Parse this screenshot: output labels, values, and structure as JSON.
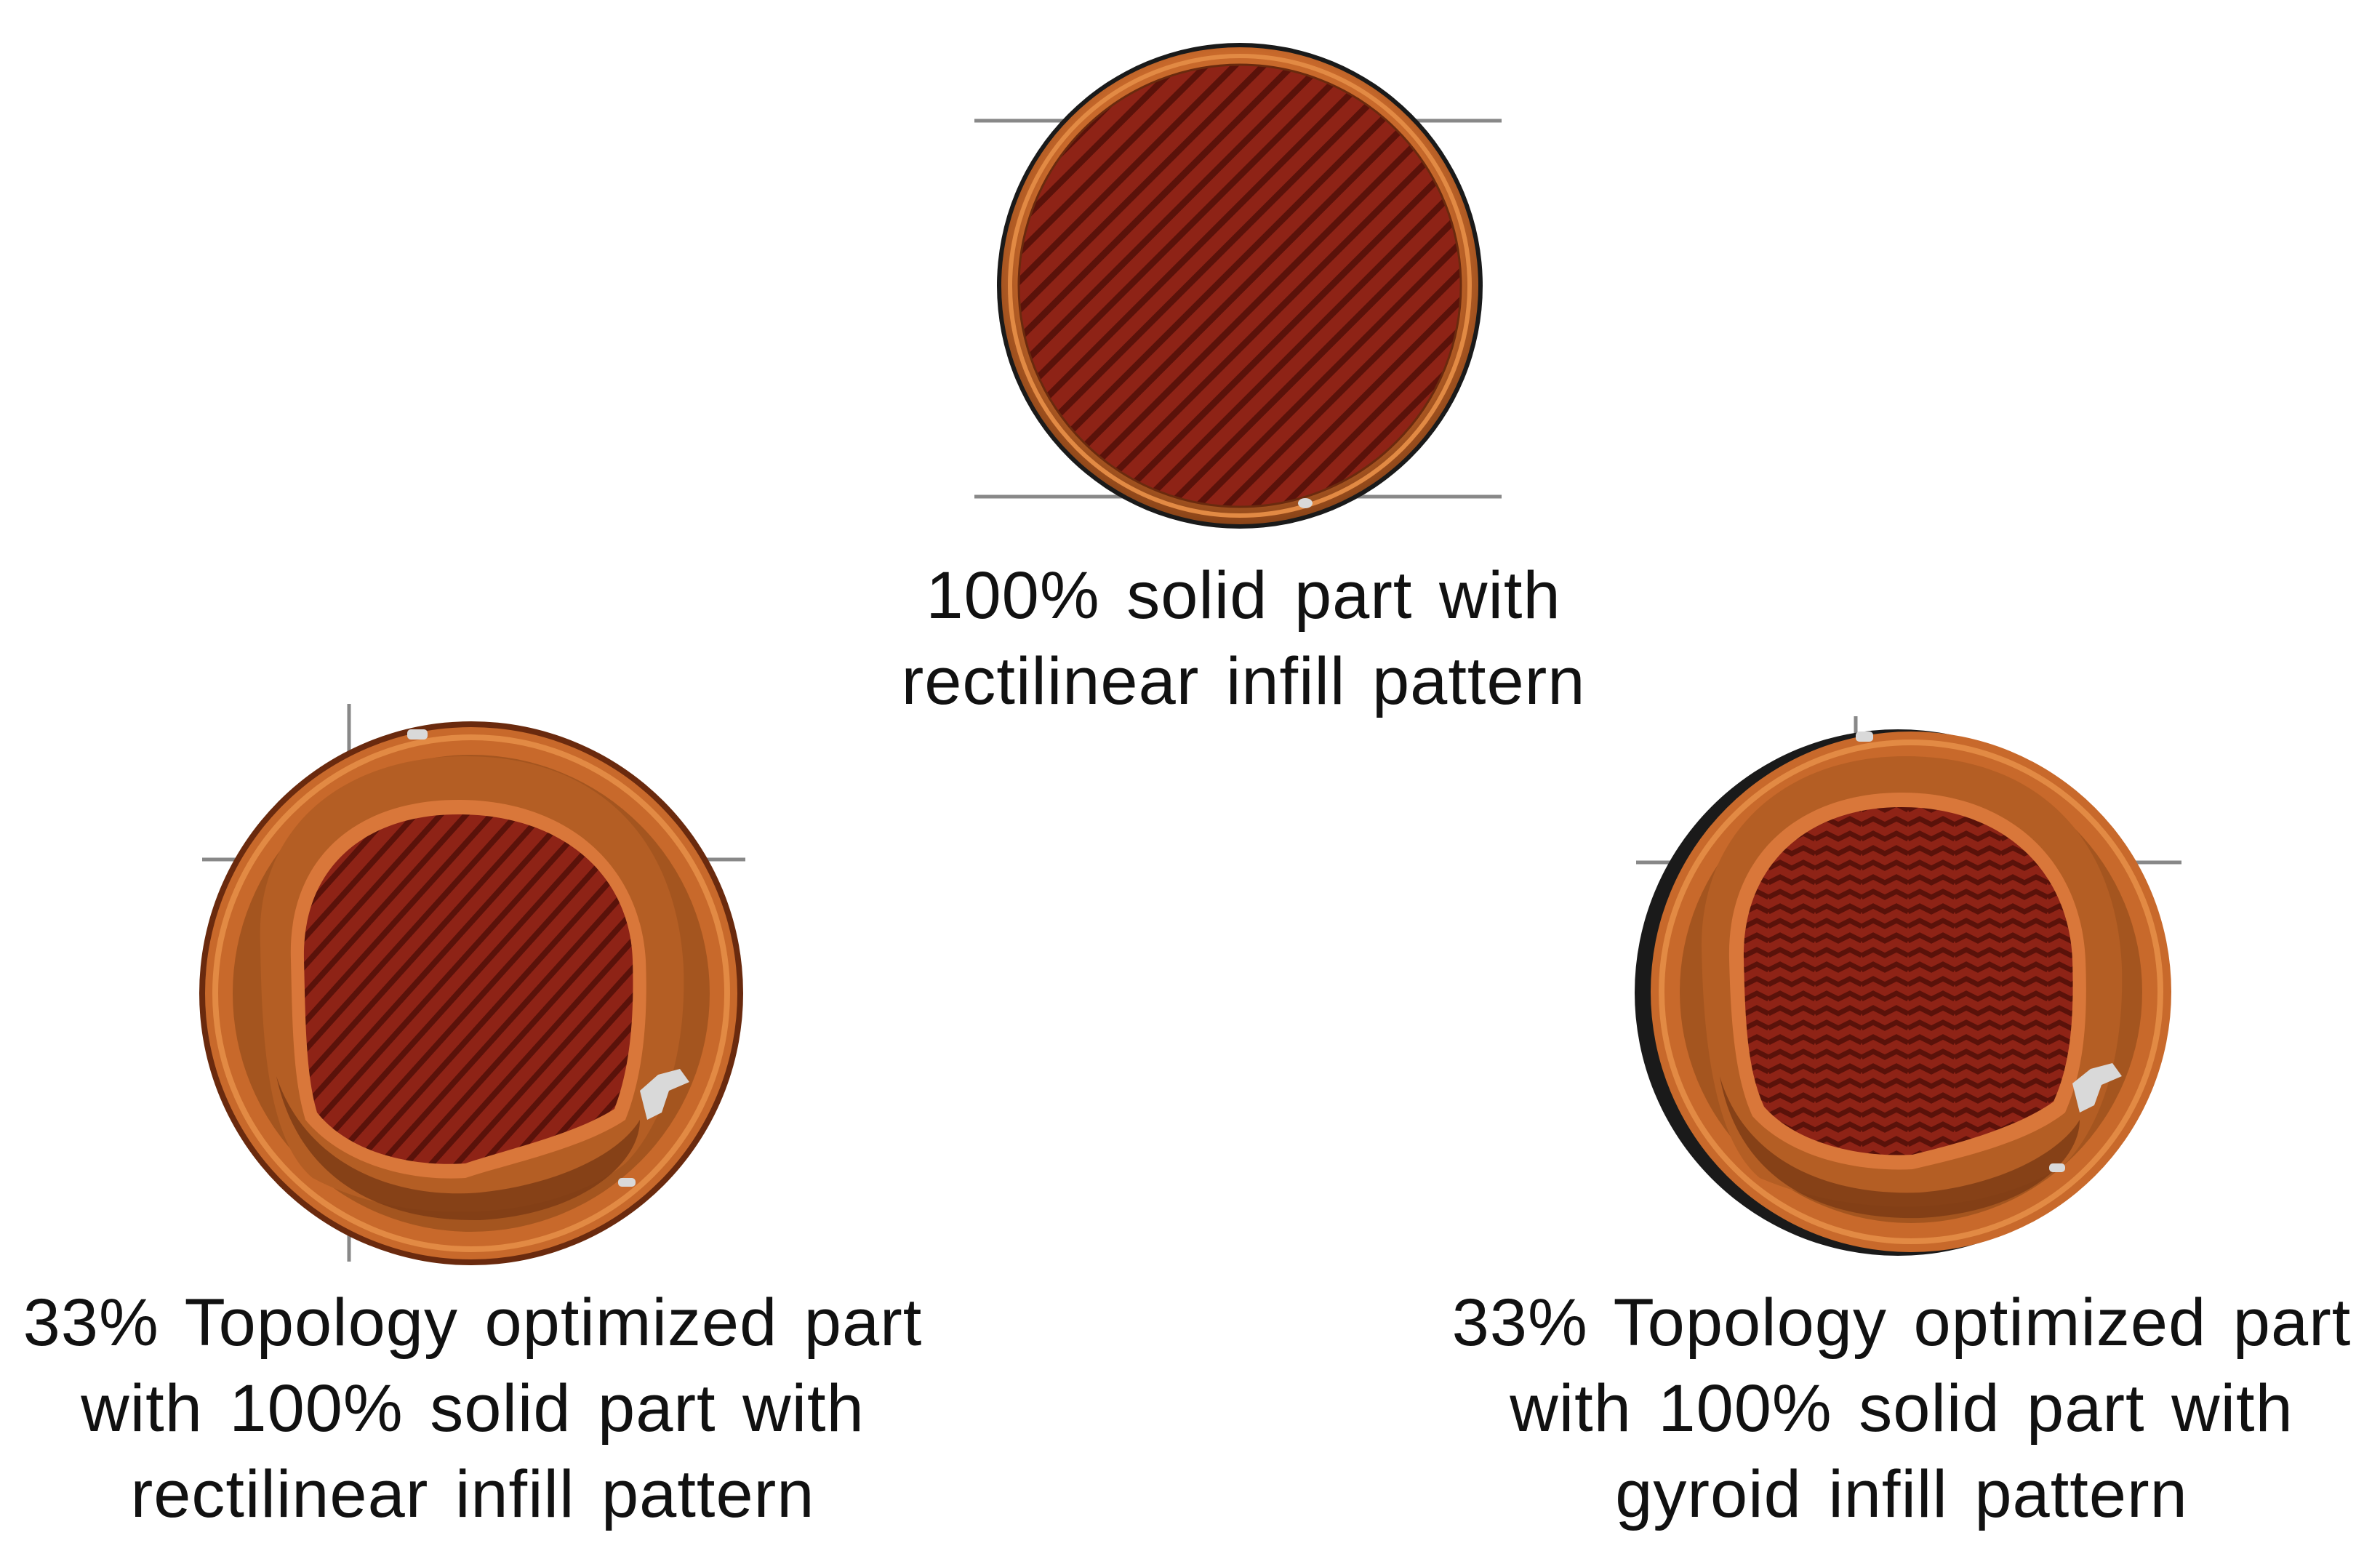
{
  "colors": {
    "background": "#ffffff",
    "infill": "#8e2316",
    "infill_line": "#5a120a",
    "perimeter": "#c8692b",
    "perimeter_highlight": "#e28a44",
    "perimeter_shadow": "#7a3a14",
    "support_marks": "#d9d9d9",
    "outline": "#1a1a1a",
    "axis_line": "#888888",
    "caption_text": "#111111"
  },
  "panels": [
    {
      "id": "solid-rectilinear",
      "infill_pattern": "rectilinear",
      "topology_optimized": false,
      "caption_lines": [
        "100% solid part with",
        "rectilinear infill pattern"
      ]
    },
    {
      "id": "topology-rectilinear",
      "infill_pattern": "rectilinear",
      "topology_optimized": true,
      "caption_lines": [
        "33% Topology optimized part",
        "with 100% solid part with",
        "rectilinear infill pattern"
      ]
    },
    {
      "id": "topology-gyroid",
      "infill_pattern": "gyroid",
      "topology_optimized": true,
      "caption_lines": [
        "33% Topology optimized part",
        "with 100% solid part with",
        "gyroid infill pattern"
      ]
    }
  ]
}
